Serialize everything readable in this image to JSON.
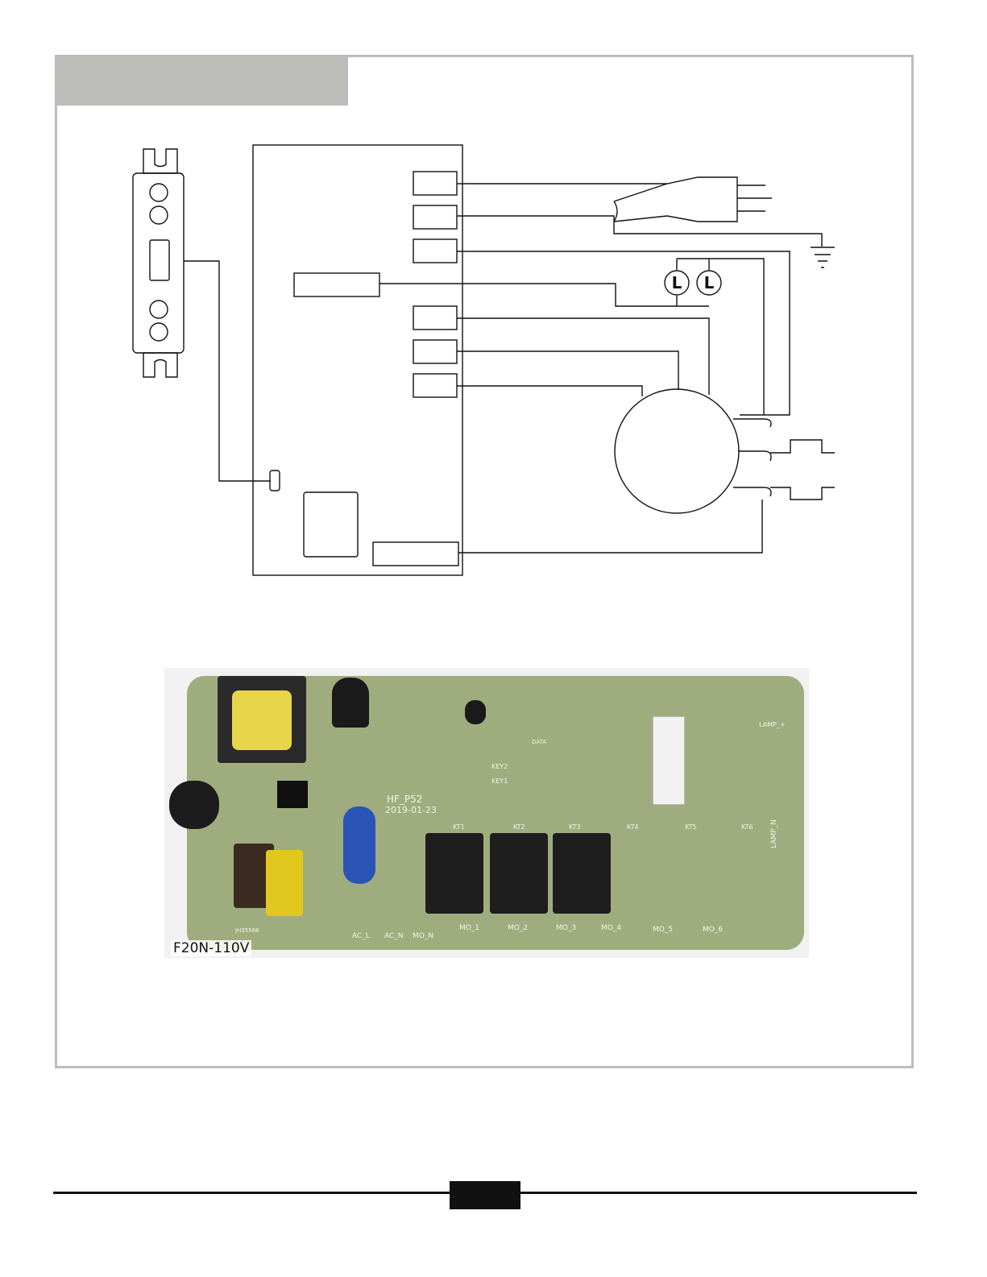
{
  "pcb": {
    "caption": "F20N-110V",
    "board_text": "HF_P52",
    "board_date": "2019-01-23",
    "labels": [
      "KT1",
      "KT2",
      "KT3",
      "KT4",
      "KT5",
      "KT6",
      "KEY2",
      "KEY1",
      "LAMP_N",
      "LAMP_+",
      "DATA",
      "JH35566"
    ],
    "bottom_labels": [
      "AC_L",
      "AC_N",
      "MO_N",
      "MO_1",
      "MO_2",
      "MO_3",
      "MO_4",
      "MO_5",
      "MO_6"
    ]
  },
  "schematic": {
    "lamp_labels": [
      "L",
      "L"
    ]
  },
  "colors": {
    "frame": "#bdbdbd",
    "header_tab": "#bdbdb9",
    "board": "#9fad7e",
    "relay": "#1e1e1e"
  }
}
